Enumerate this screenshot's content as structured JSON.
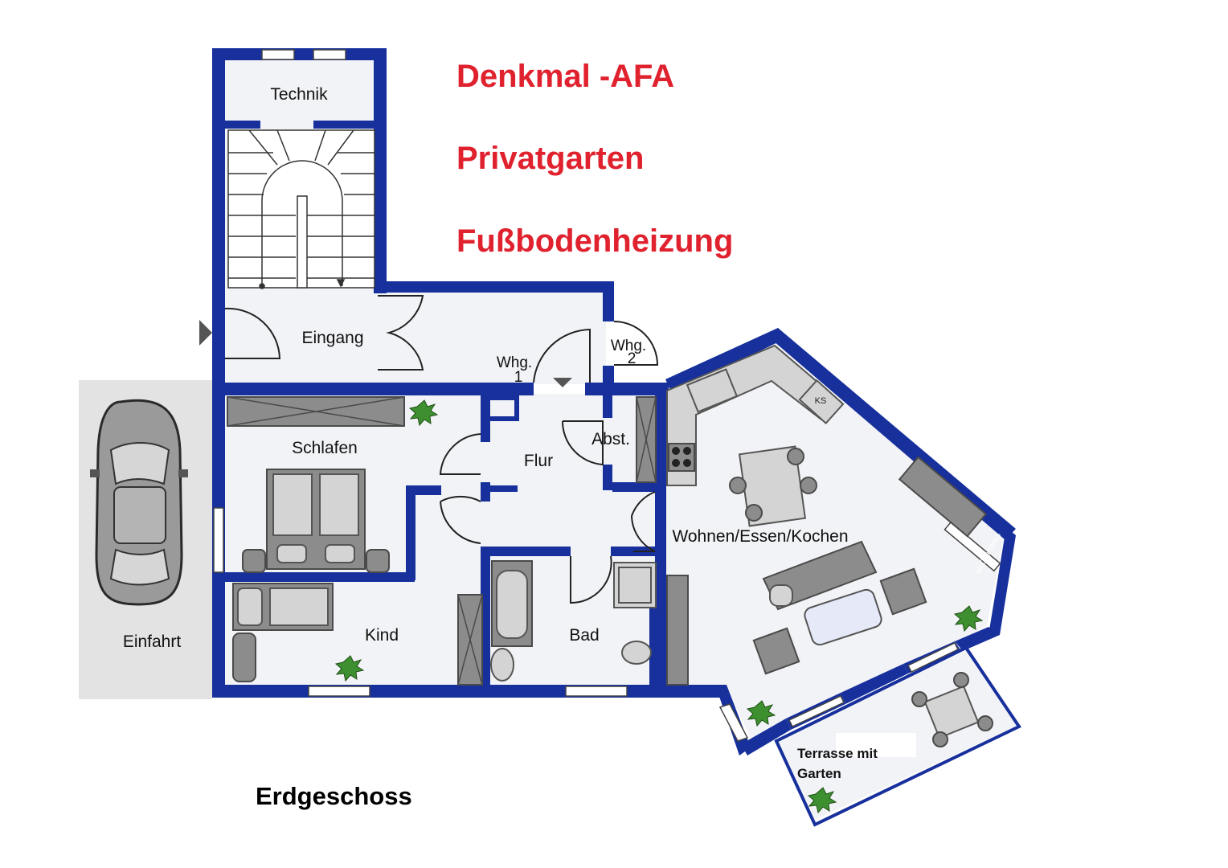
{
  "features": {
    "line1": "Denkmal -AFA",
    "line2": "Privatgarten",
    "line3": "Fußbodenheizung"
  },
  "floor_title": "Erdgeschoss",
  "rooms": {
    "technik": "Technik",
    "eingang": "Eingang",
    "whg1_label": "Whg.",
    "whg1_number": "1",
    "whg2_label": "Whg.",
    "whg2_number": "2",
    "schlafen": "Schlafen",
    "flur": "Flur",
    "abst": "Abst.",
    "wohnen": "Wohnen/Essen/Kochen",
    "kind": "Kind",
    "bad": "Bad",
    "einfahrt": "Einfahrt",
    "terrasse_line1": "Terrasse mit",
    "terrasse_line2": "Garten"
  },
  "labels": {
    "ks": "KS",
    "watermark": "McGrundriss"
  },
  "colors": {
    "wall": "#17309c",
    "feature_text": "#e0212e",
    "floor": "#f2f3f6",
    "driveway": "#e3e3e3"
  }
}
